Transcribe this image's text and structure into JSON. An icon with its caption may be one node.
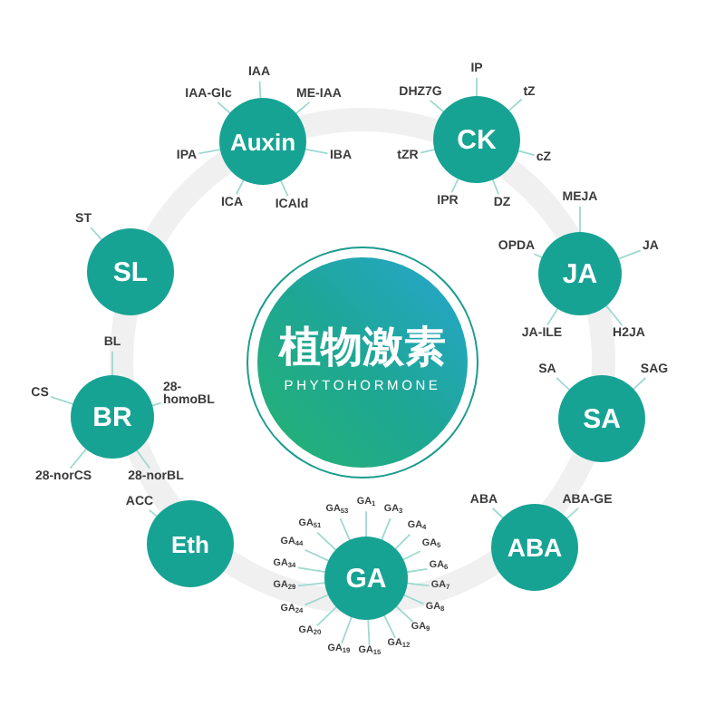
{
  "diagram": {
    "nodes": [
      {
        "text": [
          "植物激素",
          "PHYTOHORMONE"
        ]
      },
      {
        "text": [
          "Auxin"
        ]
      },
      {
        "text": [
          "IAA"
        ]
      },
      {
        "text": [
          "IAA-Glc"
        ]
      },
      {
        "text": [
          "ME-IAA"
        ]
      },
      {
        "text": [
          "IPA"
        ]
      },
      {
        "text": [
          "IBA"
        ]
      },
      {
        "text": [
          "ICA"
        ]
      },
      {
        "text": [
          "ICAld"
        ]
      },
      {
        "text": [
          "CK"
        ]
      },
      {
        "text": [
          "IP"
        ]
      },
      {
        "text": [
          "DHZ7G"
        ]
      },
      {
        "text": [
          "tZ"
        ]
      },
      {
        "text": [
          "tZR"
        ]
      },
      {
        "text": [
          "cZ"
        ]
      },
      {
        "text": [
          "IPR"
        ]
      },
      {
        "text": [
          "DZ"
        ]
      },
      {
        "text": [
          "JA"
        ]
      },
      {
        "text": [
          "MEJA"
        ]
      },
      {
        "text": [
          "OPDA"
        ]
      },
      {
        "text": [
          "JA"
        ]
      },
      {
        "text": [
          "JA-ILE"
        ]
      },
      {
        "text": [
          "H2JA"
        ]
      },
      {
        "text": [
          "SA"
        ]
      },
      {
        "text": [
          "SA"
        ]
      },
      {
        "text": [
          "SAG"
        ]
      },
      {
        "text": [
          "ABA"
        ]
      },
      {
        "text": [
          "ABA"
        ]
      },
      {
        "text": [
          "ABA-GE"
        ]
      },
      {
        "text": [
          "GA"
        ]
      },
      {
        "text": [
          "GA$_{1}$"
        ]
      },
      {
        "text": [
          "GA$_{3}$"
        ]
      },
      {
        "text": [
          "GA$_{4}$"
        ]
      },
      {
        "text": [
          "GA$_{5}$"
        ]
      },
      {
        "text": [
          "GA$_{6}$"
        ]
      },
      {
        "text": [
          "GA$_{7}$"
        ]
      },
      {
        "text": [
          "GA$_{8}$"
        ]
      },
      {
        "text": [
          "GA$_{9}$"
        ]
      },
      {
        "text": [
          "GA$_{12}$"
        ]
      },
      {
        "text": [
          "GA$_{15}$"
        ]
      },
      {
        "text": [
          "GA$_{19}$"
        ]
      },
      {
        "text": [
          "GA$_{20}$"
        ]
      },
      {
        "text": [
          "GA$_{24}$"
        ]
      },
      {
        "text": [
          "GA$_{29}$"
        ]
      },
      {
        "text": [
          "GA$_{34}$"
        ]
      },
      {
        "text": [
          "GA$_{44}$"
        ]
      },
      {
        "text": [
          "GA$_{51}$"
        ]
      },
      {
        "text": [
          "GA$_{53}$"
        ]
      },
      {
        "text": [
          "Eth"
        ]
      },
      {
        "text": [
          "ACC"
        ]
      },
      {
        "text": [
          "BR"
        ]
      },
      {
        "text": [
          "BL"
        ]
      },
      {
        "text": [
          "CS"
        ]
      },
      {
        "text": [
          "28-homoBL"
        ]
      },
      {
        "text": [
          "28-norCS"
        ]
      },
      {
        "text": [
          "28-norBL"
        ]
      },
      {
        "text": [
          "SL"
        ]
      },
      {
        "text": [
          "ST"
        ]
      }
    ],
    "edges": [
      {
        "from": 2,
        "to": 1,
        "arrow": "none"
      },
      {
        "from": 3,
        "to": 1,
        "arrow": "none"
      },
      {
        "from": 4,
        "to": 1,
        "arrow": "none"
      },
      {
        "from": 5,
        "to": 1,
        "arrow": "none"
      },
      {
        "from": 6,
        "to": 1,
        "arrow": "none"
      },
      {
        "from": 7,
        "to": 1,
        "arrow": "none"
      },
      {
        "from": 8,
        "to": 1,
        "arrow": "none"
      },
      {
        "from": 10,
        "to": 9,
        "arrow": "none"
      },
      {
        "from": 11,
        "to": 9,
        "arrow": "none"
      },
      {
        "from": 12,
        "to": 9,
        "arrow": "none"
      },
      {
        "from": 13,
        "to": 9,
        "arrow": "none"
      },
      {
        "from": 14,
        "to": 9,
        "arrow": "none"
      },
      {
        "from": 15,
        "to": 9,
        "arrow": "none"
      },
      {
        "from": 16,
        "to": 9,
        "arrow": "none"
      },
      {
        "from": 18,
        "to": 17,
        "arrow": "none"
      },
      {
        "from": 19,
        "to": 17,
        "arrow": "none"
      },
      {
        "from": 20,
        "to": 17,
        "arrow": "none"
      },
      {
        "from": 21,
        "to": 17,
        "arrow": "none"
      },
      {
        "from": 22,
        "to": 17,
        "arrow": "none"
      },
      {
        "from": 24,
        "to": 23,
        "arrow": "none"
      },
      {
        "from": 25,
        "to": 23,
        "arrow": "none"
      },
      {
        "from": 27,
        "to": 26,
        "arrow": "none"
      },
      {
        "from": 28,
        "to": 26,
        "arrow": "none"
      },
      {
        "from": 30,
        "to": 29,
        "arrow": "none"
      },
      {
        "from": 31,
        "to": 29,
        "arrow": "none"
      },
      {
        "from": 32,
        "to": 29,
        "arrow": "none"
      },
      {
        "from": 33,
        "to": 29,
        "arrow": "none"
      },
      {
        "from": 34,
        "to": 29,
        "arrow": "none"
      },
      {
        "from": 35,
        "to": 29,
        "arrow": "none"
      },
      {
        "from": 36,
        "to": 29,
        "arrow": "none"
      },
      {
        "from": 37,
        "to": 29,
        "arrow": "none"
      },
      {
        "from": 38,
        "to": 29,
        "arrow": "none"
      },
      {
        "from": 39,
        "to": 29,
        "arrow": "none"
      },
      {
        "from": 40,
        "to": 29,
        "arrow": "none"
      },
      {
        "from": 41,
        "to": 29,
        "arrow": "none"
      },
      {
        "from": 42,
        "to": 29,
        "arrow": "none"
      },
      {
        "from": 43,
        "to": 29,
        "arrow": "none"
      },
      {
        "from": 44,
        "to": 29,
        "arrow": "none"
      },
      {
        "from": 45,
        "to": 29,
        "arrow": "none"
      },
      {
        "from": 46,
        "to": 29,
        "arrow": "none"
      },
      {
        "from": 47,
        "to": 29,
        "arrow": "none"
      },
      {
        "from": 49,
        "to": 48,
        "arrow": "none"
      },
      {
        "from": 51,
        "to": 50,
        "arrow": "none"
      },
      {
        "from": 52,
        "to": 50,
        "arrow": "none"
      },
      {
        "from": 53,
        "to": 50,
        "arrow": "none"
      },
      {
        "from": 54,
        "to": 50,
        "arrow": "none"
      },
      {
        "from": 55,
        "to": 50,
        "arrow": "none"
      },
      {
        "from": 57,
        "to": 56,
        "arrow": "none"
      }
    ]
  }
}
